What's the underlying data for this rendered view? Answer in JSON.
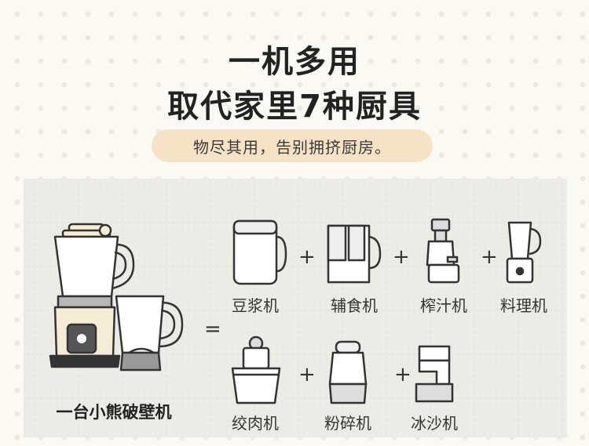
{
  "header": {
    "title_line1": "一机多用",
    "title_line2": "取代家里7种厨具",
    "subtitle": "物尽其用，告别拥挤厨房。"
  },
  "main_product": {
    "label": "一台小熊破壁机"
  },
  "operators": {
    "equals": "=",
    "plus": "+"
  },
  "appliances": [
    {
      "label": "豆浆机",
      "icon": "soymilk-maker-icon"
    },
    {
      "label": "辅食机",
      "icon": "baby-food-maker-icon"
    },
    {
      "label": "榨汁机",
      "icon": "juicer-icon"
    },
    {
      "label": "料理机",
      "icon": "food-processor-icon"
    },
    {
      "label": "绞肉机",
      "icon": "meat-grinder-icon"
    },
    {
      "label": "粉碎机",
      "icon": "grinder-icon"
    },
    {
      "label": "冰沙机",
      "icon": "ice-shaver-icon"
    }
  ],
  "colors": {
    "pill_bg": "#f6e3c6",
    "panel_bg": "#ebeae5",
    "appliance_body": "#f5ecd6",
    "accent_gray": "#9a9a9a"
  }
}
